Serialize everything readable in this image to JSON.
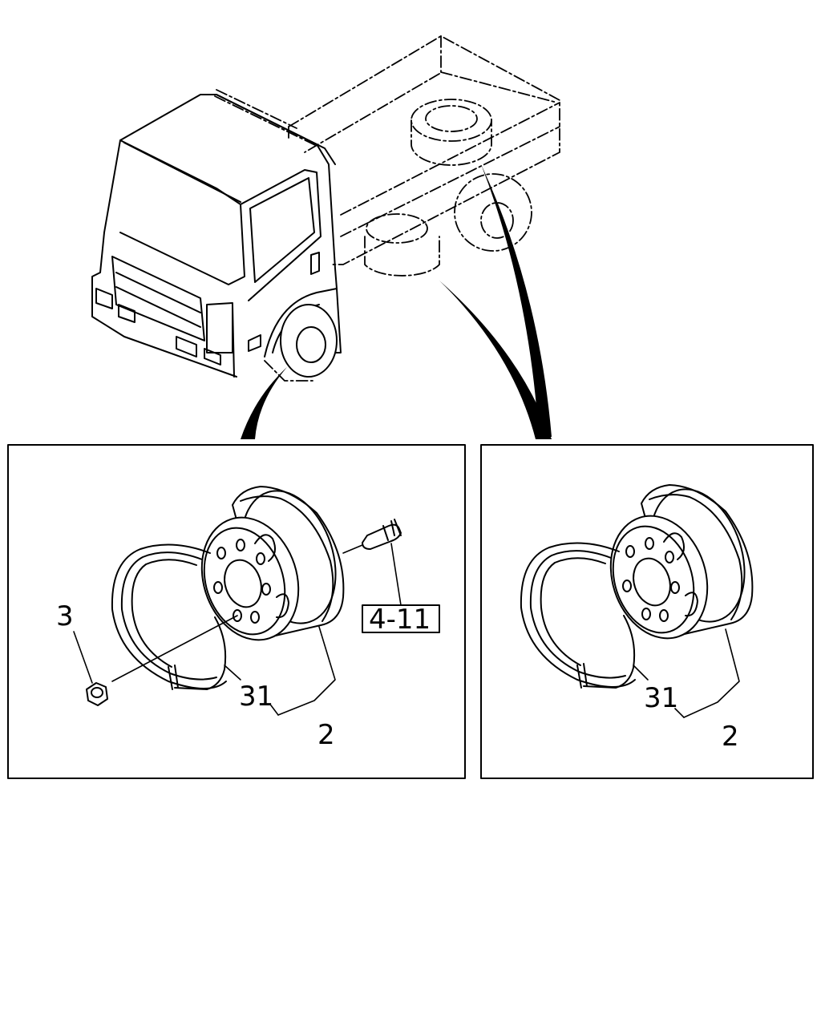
{
  "callouts": {
    "left_nut": "3",
    "left_ring": "31",
    "left_wheel": "2",
    "left_reference": "4-11",
    "right_ring": "31",
    "right_wheel": "2"
  }
}
